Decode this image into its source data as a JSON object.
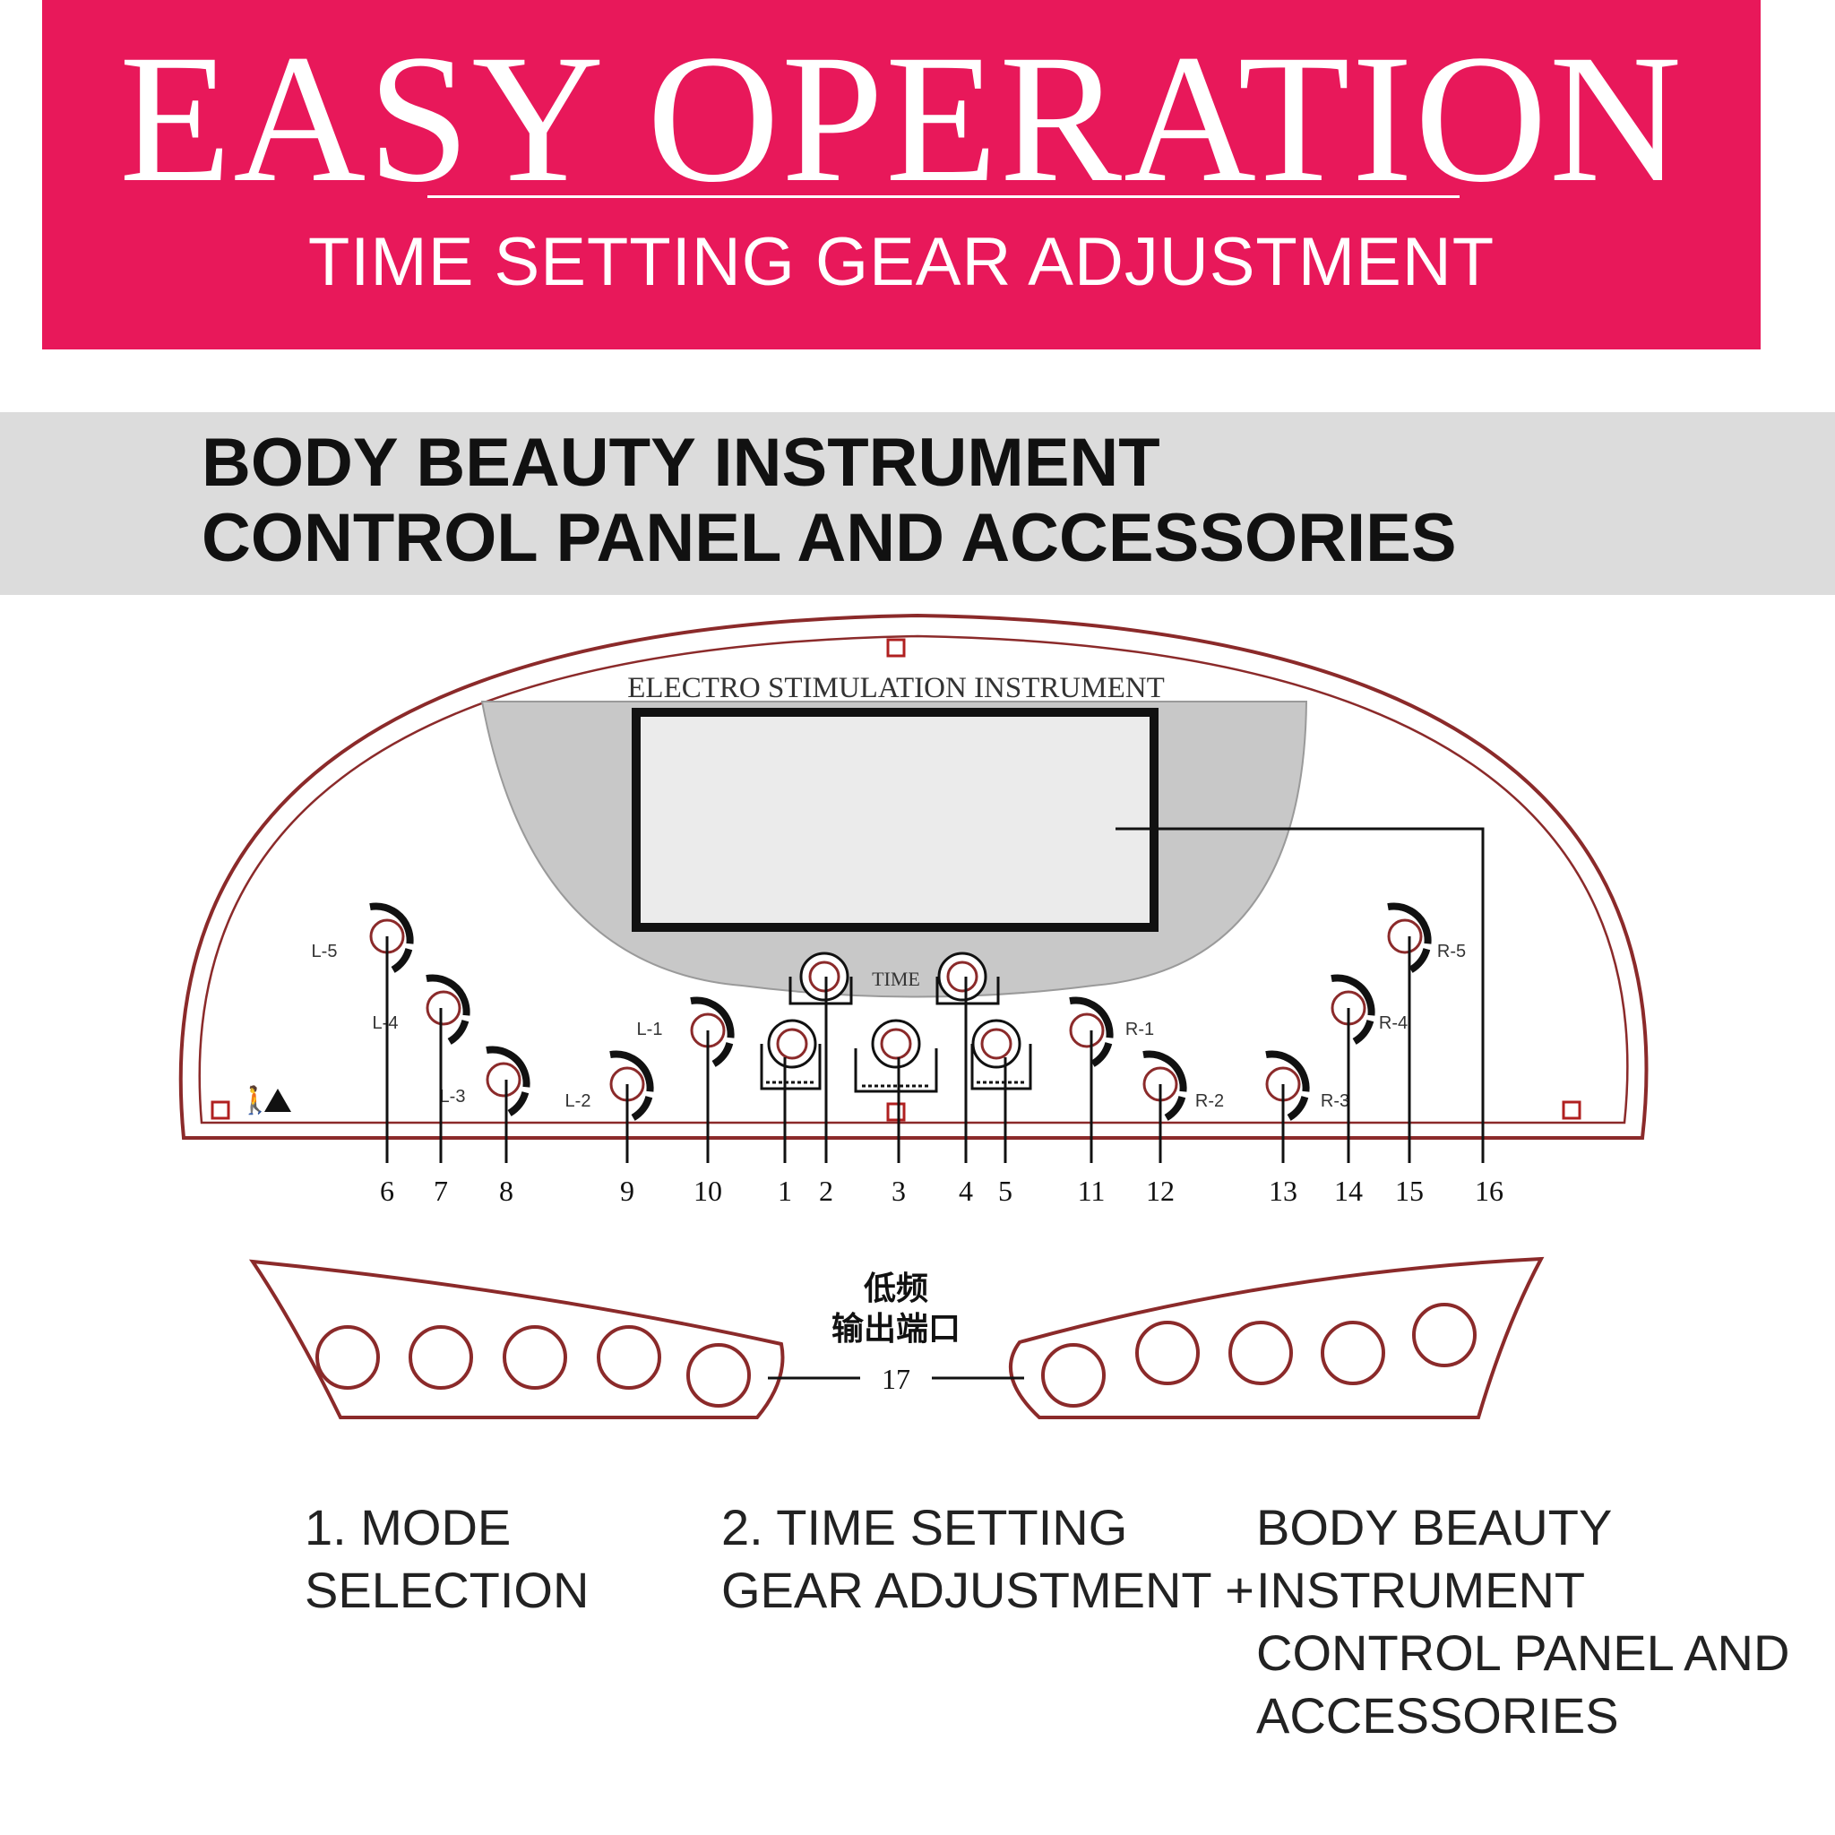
{
  "banner": {
    "title": "EASY OPERATION",
    "subtitle": "TIME SETTING GEAR ADJUSTMENT",
    "color": "#e8185a"
  },
  "section": {
    "line1": "BODY BEAUTY INSTRUMENT",
    "line2": "CONTROL PANEL AND ACCESSORIES"
  },
  "panel": {
    "title": "ELECTRO STIMULATION INSTRUMENT",
    "time_label": "TIME",
    "outline_color": "#8b2a2a",
    "left_channels": [
      "L-5",
      "L-4",
      "L-3",
      "L-2",
      "L-1"
    ],
    "right_channels": [
      "R-1",
      "R-2",
      "R-3",
      "R-4",
      "R-5"
    ],
    "callouts": [
      "6",
      "7",
      "8",
      "9",
      "10",
      "1",
      "2",
      "3",
      "4",
      "5",
      "11",
      "12",
      "13",
      "14",
      "15",
      "16"
    ]
  },
  "accessory": {
    "label_line1": "低频",
    "label_line2": "输出端口",
    "callout": "17"
  },
  "captions": {
    "c1_line1": "1. MODE",
    "c1_line2": "SELECTION",
    "c2_line1": "2. TIME SETTING",
    "c2_line2": "GEAR ADJUSTMENT +",
    "c3_line1": "BODY BEAUTY",
    "c3_line2": "INSTRUMENT",
    "c3_line3": "CONTROL PANEL AND",
    "c3_line4": "ACCESSORIES"
  }
}
